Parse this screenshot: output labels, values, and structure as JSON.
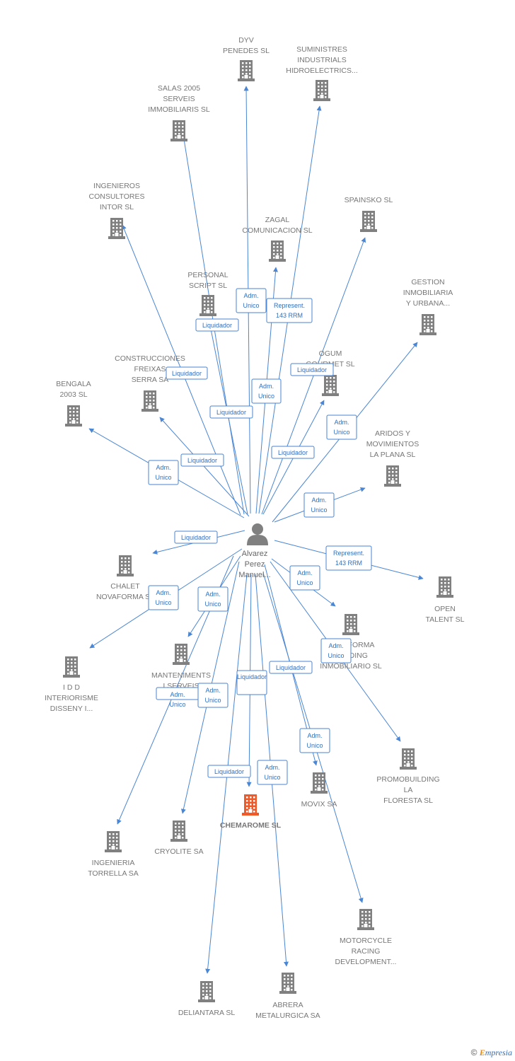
{
  "center": {
    "label_lines": [
      "Alvarez",
      "Perez",
      "Manuel..."
    ]
  },
  "colors": {
    "edge": "#4a86d3",
    "building": "#808080",
    "highlight": "#f05a28"
  },
  "nodes": [
    {
      "id": "dyv",
      "lines": [
        "DYV",
        "PENEDES SL"
      ]
    },
    {
      "id": "suministres",
      "lines": [
        "SUMINISTRES",
        "INDUSTRIALS",
        "HIDROELECTRICS..."
      ]
    },
    {
      "id": "salas",
      "lines": [
        "SALAS 2005",
        "SERVEIS",
        "IMMOBILIARIS SL"
      ]
    },
    {
      "id": "ingenieros",
      "lines": [
        "INGENIEROS",
        "CONSULTORES",
        "INTOR SL"
      ]
    },
    {
      "id": "zagal",
      "lines": [
        "ZAGAL",
        "COMUNICACION SL"
      ]
    },
    {
      "id": "spainsko",
      "lines": [
        "SPAINSKO SL"
      ]
    },
    {
      "id": "personal",
      "lines": [
        "PERSONAL",
        "SCRIPT SL"
      ]
    },
    {
      "id": "gestion",
      "lines": [
        "GESTION",
        "INMOBILIARIA",
        "Y URBANA..."
      ]
    },
    {
      "id": "construcciones",
      "lines": [
        "CONSTRUCCIONES",
        "FREIXAS",
        "SERRA SA"
      ]
    },
    {
      "id": "ogum",
      "lines": [
        "OGUM",
        "GOURMET SL"
      ]
    },
    {
      "id": "bengala",
      "lines": [
        "BENGALA",
        "2003 SL"
      ]
    },
    {
      "id": "aridos",
      "lines": [
        "ARIDOS Y",
        "MOVIMIENTOS",
        "LA PLANA SL"
      ]
    },
    {
      "id": "chalet",
      "lines": [
        "CHALET",
        "NOVAFORMA SL"
      ]
    },
    {
      "id": "open",
      "lines": [
        "OPEN",
        "TALENT SL"
      ]
    },
    {
      "id": "novaforma",
      "lines": [
        "NOVAFORMA",
        "HOLDING",
        "INMOBILIARIO SL"
      ]
    },
    {
      "id": "idd",
      "lines": [
        "I D D",
        "INTERIORISME",
        "DISSENY I..."
      ]
    },
    {
      "id": "manteniments",
      "lines": [
        "MANTENIMENTS",
        "I SERVEIS",
        "INTEGRALS..."
      ]
    },
    {
      "id": "promobuilding",
      "lines": [
        "PROMOBUILDING",
        "LA",
        "FLORESTA SL"
      ]
    },
    {
      "id": "movix",
      "lines": [
        "MOVIX SA"
      ]
    },
    {
      "id": "chemarome",
      "lines": [
        "CHEMAROME SL"
      ]
    },
    {
      "id": "cryolite",
      "lines": [
        "CRYOLITE SA"
      ]
    },
    {
      "id": "ingenieria",
      "lines": [
        "INGENIERIA",
        "TORRELLA SA"
      ]
    },
    {
      "id": "motorcycle",
      "lines": [
        "MOTORCYCLE",
        "RACING",
        "DEVELOPMENT..."
      ]
    },
    {
      "id": "deliantara",
      "lines": [
        "DELIANTARA SL"
      ]
    },
    {
      "id": "abrera",
      "lines": [
        "ABRERA",
        "METALURGICA SA"
      ]
    }
  ],
  "relations": [
    {
      "lines": [
        "Adm.",
        "Unico"
      ]
    },
    {
      "lines": [
        "Represent.",
        "143 RRM"
      ]
    },
    {
      "lines": [
        "Liquidador"
      ]
    },
    {
      "lines": [
        "Liquidador"
      ]
    },
    {
      "lines": [
        "Liquidador"
      ]
    },
    {
      "lines": [
        "Adm.",
        "Unico"
      ]
    },
    {
      "lines": [
        "Liquidador"
      ]
    },
    {
      "lines": [
        "Adm.",
        "Unico"
      ]
    },
    {
      "lines": [
        "Liquidador"
      ]
    },
    {
      "lines": [
        "Adm.",
        "Unico"
      ]
    },
    {
      "lines": [
        "Liquidador"
      ]
    },
    {
      "lines": [
        "Adm.",
        "Unico"
      ]
    },
    {
      "lines": [
        "Liquidador"
      ]
    },
    {
      "lines": [
        "Represent.",
        "143 RRM"
      ]
    },
    {
      "lines": [
        "Adm.",
        "Unico"
      ]
    },
    {
      "lines": [
        "Adm.",
        "Unico"
      ]
    },
    {
      "lines": [
        "Adm.",
        "Unico"
      ]
    },
    {
      "lines": [
        "Adm.",
        "Unico"
      ]
    },
    {
      "lines": [
        "Liquidador"
      ]
    },
    {
      "lines": [
        "Liquidador"
      ]
    },
    {
      "lines": [
        "Adm.",
        "Unico"
      ]
    },
    {
      "lines": [
        "Adm.",
        "Unico"
      ]
    },
    {
      "lines": [
        "Adm.",
        "Unico"
      ]
    },
    {
      "lines": [
        "Liquidador"
      ]
    },
    {
      "lines": [
        "Adm.",
        "Unico"
      ]
    }
  ],
  "footer": {
    "copyright": "©",
    "brand_first": "E",
    "brand_rest": "mpresia"
  }
}
